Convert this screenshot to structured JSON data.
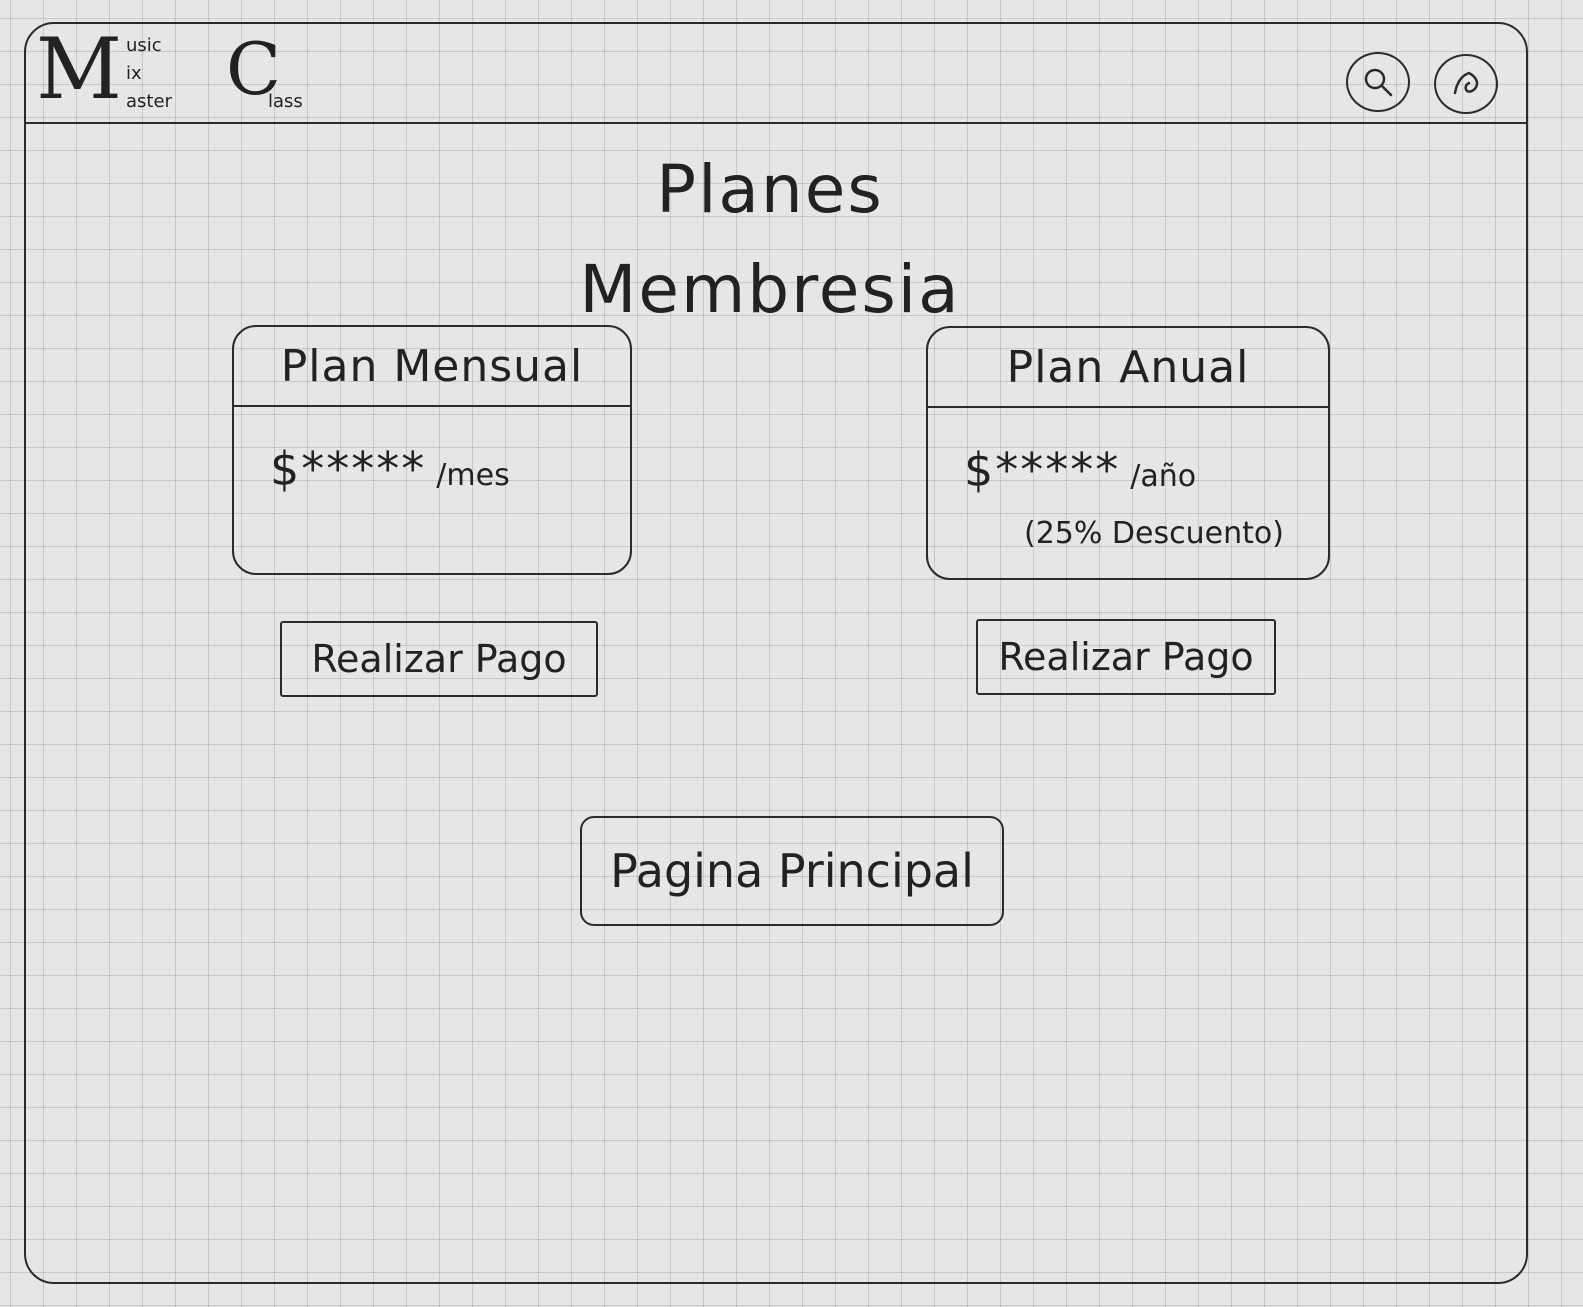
{
  "header": {
    "logo": {
      "m": "M",
      "music_suffix": "usic",
      "mix_suffix": "ix",
      "master_suffix": "aster",
      "c": "C",
      "class_suffix": "lass"
    },
    "icons": {
      "search": "search-icon",
      "account": "account-icon"
    }
  },
  "main": {
    "title": "Planes Membresia",
    "plans": {
      "monthly": {
        "title": "Plan Mensual",
        "price": "$*****",
        "period": "/mes",
        "button_label": "Realizar Pago"
      },
      "annual": {
        "title": "Plan Anual",
        "price": "$*****",
        "period": "/año",
        "discount": "(25% Descuento)",
        "button_label": "Realizar Pago"
      }
    },
    "home_button_label": "Pagina Principal"
  }
}
